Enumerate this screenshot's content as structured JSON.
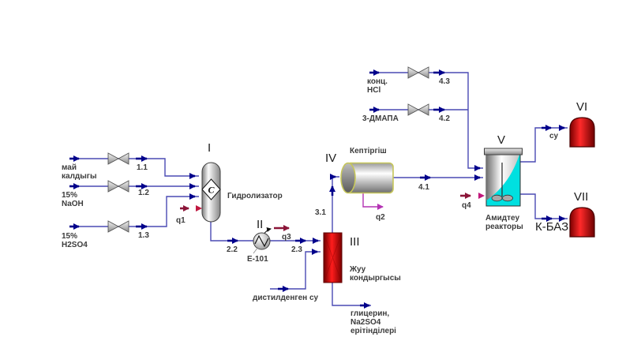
{
  "diagram_type": "process-flow-diagram",
  "units": {
    "hydrolyzer": {
      "numeral": "I",
      "name": "Гидролизатор",
      "symbol": "C"
    },
    "heat_exchanger": {
      "numeral": "II",
      "tag": "E-101"
    },
    "washer": {
      "numeral": "III",
      "name": "Жуу\nкондыргысы"
    },
    "dryer": {
      "numeral": "IV",
      "name": "Кептіргіш"
    },
    "amidation_reactor": {
      "numeral": "V",
      "name": "Амидтеу\nреакторы"
    },
    "water_tank": {
      "numeral": "VI"
    },
    "kbaz_tank": {
      "numeral": "VII"
    }
  },
  "feeds": {
    "oil_residue": "май\nкалдыгы",
    "naoh": "15%\nNaOH",
    "h2so4": "15%\nH2SO4",
    "hcl": "конц.\nHCl",
    "dmapa": "3-ДМАПА",
    "distilled_water": "дистилденген су"
  },
  "products": {
    "glycerin_na2so4": "глицерин,\nNa2SO4\nерітінділері",
    "water": "су",
    "kbaz": "К-БАЗ"
  },
  "streams": {
    "s1_1": "1.1",
    "s1_2": "1.2",
    "s1_3": "1.3",
    "s2_2": "2.2",
    "s2_3": "2.3",
    "s3_1": "3.1",
    "s4_1": "4.1",
    "s4_2": "4.2",
    "s4_3": "4.3"
  },
  "heat_streams": {
    "q1": "q1",
    "q2": "q2",
    "q3": "q3",
    "q4": "q4"
  },
  "colors": {
    "pipe": "#4a4ab4",
    "arrow": "#00008b",
    "heat_arrow": "#8b1538",
    "heat_arrow_tip": "#c01840",
    "utility_magenta": "#b433b4",
    "vessel_red": "#cc0000",
    "reactor_cyan": "#00e0e0",
    "dryer_outline": "#c6c65a",
    "tank_red": "#cc0000"
  }
}
